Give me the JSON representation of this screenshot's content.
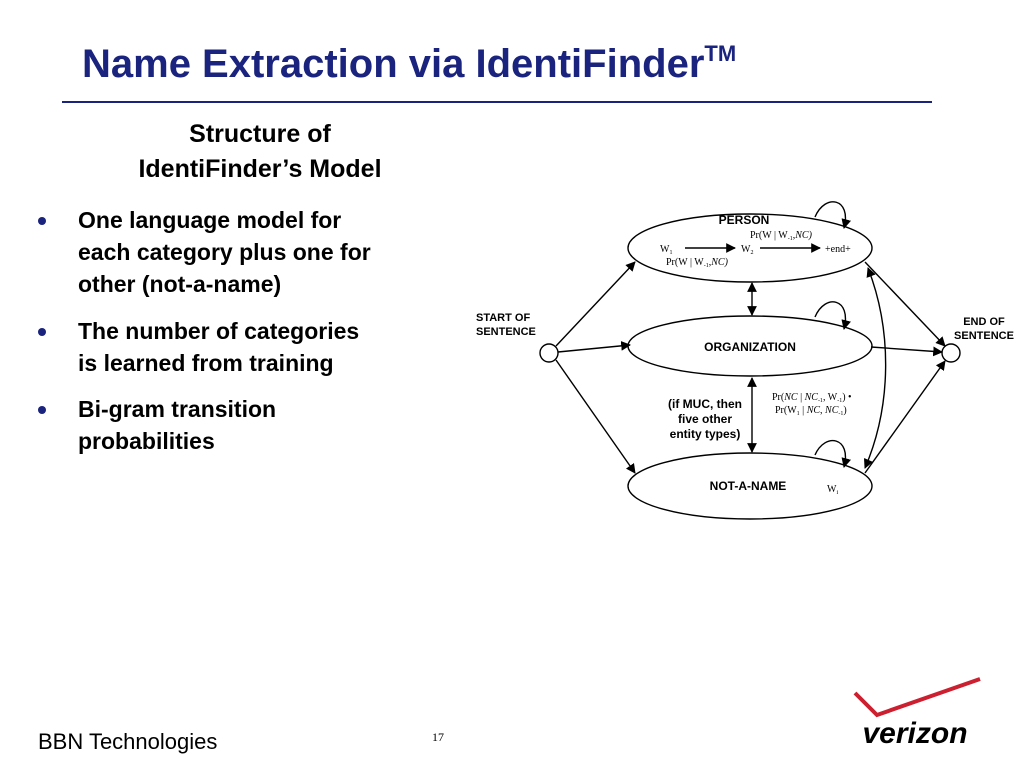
{
  "slide": {
    "title": "Name Extraction via IdentiFinder",
    "title_superscript": "TM",
    "subheading_line1": "Structure of",
    "subheading_line2": "IdentiFinder’s Model",
    "bullets": [
      {
        "line1": "One language model for",
        "line2": "each category plus one for",
        "line3": "other (not-a-name)"
      },
      {
        "line1": "The number of categories",
        "line2": "is learned from training"
      },
      {
        "line1": "Bi-gram transition",
        "line2": "probabilities"
      }
    ],
    "footer_left": "BBN Technologies",
    "page_number": "17",
    "logo_text": "verizon"
  },
  "diagram": {
    "person": "PERSON",
    "organization": "ORGANIZATION",
    "not_a_name": "NOT-A-NAME",
    "start_line1": "START OF",
    "start_line2": "SENTENCE",
    "end_line1": "END OF",
    "end_line2": "SENTENCE",
    "w1": "W",
    "w1_sub": "1",
    "w2": "W",
    "w2_sub": "2",
    "end_token": "+end+",
    "wi": "W",
    "wi_sub": "i",
    "muc_line1": "(if MUC, then",
    "muc_line2": "five other",
    "muc_line3": "entity types)",
    "prob_top_a": "Pr(W | W",
    "prob_top_sub": "-1",
    "prob_top_b": ",",
    "prob_top_nc": "NC",
    "prob_top_c": ")",
    "prob_bot_a": "Pr(W | W",
    "prob_bot_sub": "-1",
    "prob_bot_b": ",",
    "prob_bot_nc": "NC",
    "prob_bot_c": ")",
    "trans1_a": "Pr(",
    "trans1_nc1": "NC",
    "trans1_b": " | ",
    "trans1_nc2": "NC",
    "trans1_sub1": "-1",
    "trans1_c": ", W",
    "trans1_sub2": "-1",
    "trans1_d": ") •",
    "trans2_a": "Pr(W",
    "trans2_sub1": "1",
    "trans2_b": " | ",
    "trans2_nc1": "NC",
    "trans2_c": ", ",
    "trans2_nc2": "NC",
    "trans2_sub2": "-1",
    "trans2_d": ")"
  },
  "colors": {
    "title": "#1a237e",
    "bullet": "#1a237e",
    "logo_red": "#cc1f2f"
  }
}
